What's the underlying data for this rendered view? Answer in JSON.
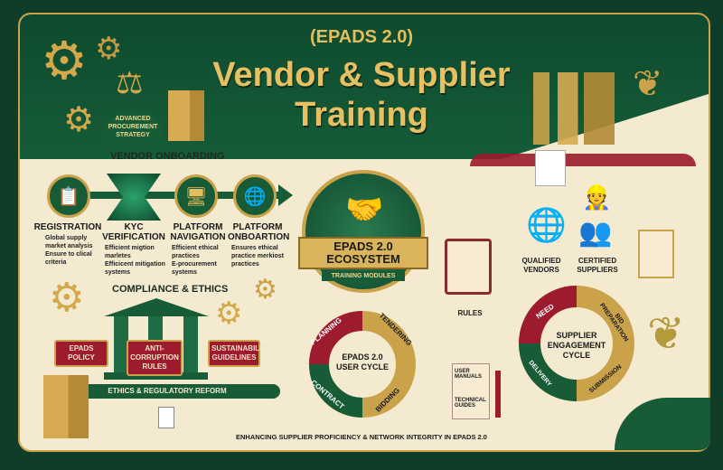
{
  "header": {
    "subtitle": "(EPADS 2.0)",
    "title_line1": "Vendor & Supplier",
    "title_line2": "Training",
    "badge": "ADVANCED PROCUREMENT STRATEGY"
  },
  "vendor_onboarding": {
    "heading": "VENDOR ONBOARDING",
    "steps": [
      {
        "label": "REGISTRATION",
        "icon": "clipboard-icon",
        "bullets": [
          "Global supply market analysis",
          "Ensure to clical criteria"
        ]
      },
      {
        "label": "KYC VERIFICATION",
        "icon": "funnel-icon",
        "bullets": [
          "Efficient migtion marletes",
          "Efficicent mitigation systems"
        ]
      },
      {
        "label": "PLATFORM NAVIGATION",
        "icon": "monitor-icon",
        "bullets": [
          "Efficient ethical practices",
          "E-procurement systems"
        ]
      },
      {
        "label": "PLATFORM ONBOARTION",
        "icon": "browser-globe-icon",
        "bullets": [
          "Ensures ethical practice merkiost practices"
        ]
      }
    ]
  },
  "compliance": {
    "heading": "COMPLIANCE & ETHICS",
    "tags": [
      "EPADS POLICY",
      "ANTI-CORRUPTION RULES",
      "SUSTAINABILITY GUIDELINES"
    ],
    "footer": "ETHICS & REGULATORY REFORM"
  },
  "ecosystem": {
    "title_line1": "EPADS 2.0",
    "title_line2": "ECOSYSTEM",
    "ribbon": "TRAINING MODULES"
  },
  "user_cycle": {
    "center": "EPADS 2.0 USER CYCLE",
    "segments": [
      "PLANNING",
      "TENDERING",
      "BIDDING",
      "CONTRACT"
    ]
  },
  "supplier_cycle": {
    "center": "SUPPLIER ENGAGEMENT CYCLE",
    "segments": [
      "NEED",
      "BID PREPARATION",
      "SUBMISSION",
      "DELIVERY"
    ]
  },
  "side_items": {
    "rules": "RULES",
    "qualified_vendors": "QUALIFIED VENDORS",
    "certified_suppliers": "CERTIFIED SUPPLIERS",
    "user_manuals": "USER MANUALS",
    "technical_guides": "TECHNICAL GUIDES"
  },
  "footer": "ENHANCING SUPPLIER PROFICIENCY & NETWORK INTEGRITY IN EPADS 2.0",
  "colors": {
    "green": "#175c37",
    "gold": "#c9a24a",
    "red": "#9c1b2e",
    "cream": "#f3ead0"
  }
}
